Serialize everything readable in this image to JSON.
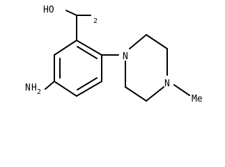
{
  "diagram": {
    "atoms": {
      "hydroxyl": "HO",
      "methylene_subscript": "2",
      "amine_n": "N",
      "amine_h": "H",
      "amine_subscript": "2",
      "piperazine_n1": "N",
      "piperazine_n4": "N",
      "methyl": "Me"
    },
    "colors": {
      "bond": "#000000",
      "label": "#000000",
      "background": "#ffffff"
    }
  }
}
